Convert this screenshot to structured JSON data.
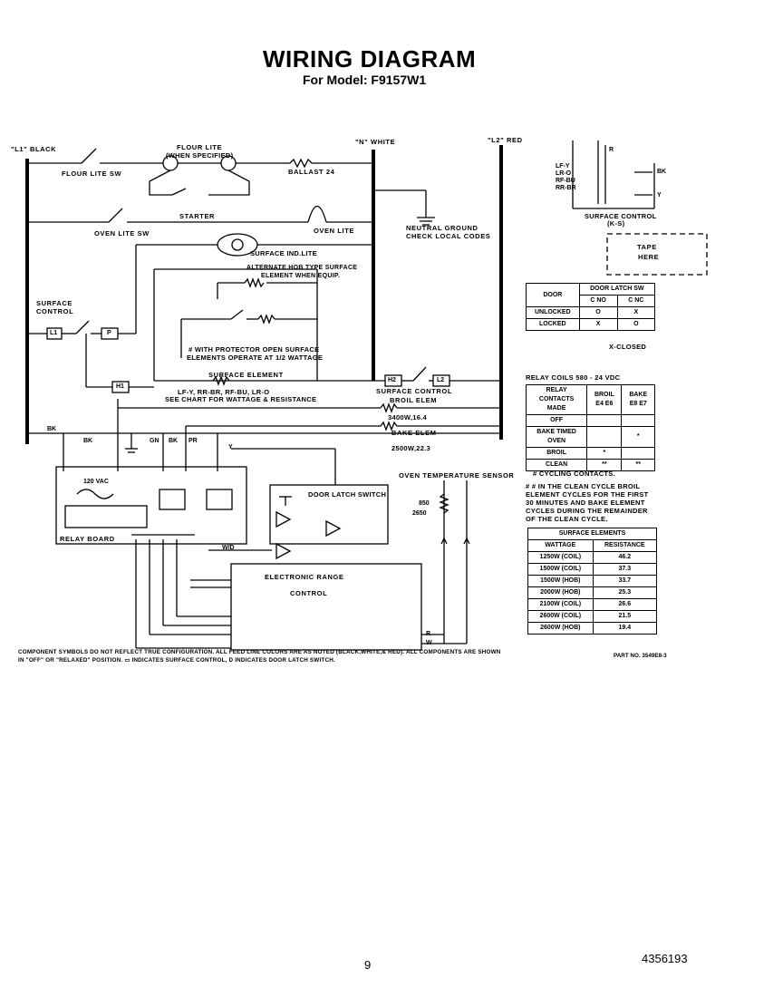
{
  "header": {
    "title": "WIRING DIAGRAM",
    "model": "For Model: F9157W1"
  },
  "rails": {
    "l1": "\"L1\" BLACK",
    "n": "\"N\" WHITE",
    "l2": "\"L2\" RED"
  },
  "labels": {
    "flour_lite": "FLOUR LITE",
    "when_specified": "(WHEN SPECIFIED)",
    "flour_lite_sw": "FLOUR LITE SW",
    "ballast": "BALLAST 24",
    "starter": "STARTER",
    "oven_lite_sw": "OVEN LITE SW",
    "oven_lite": "OVEN LITE",
    "surface_ind_lite": "SURFACE IND.LITE",
    "neutral_ground": "NEUTRAL GROUND",
    "check_local_codes": "CHECK LOCAL CODES",
    "alternate_hob": "ALTERNATE HOB TYPE SURFACE",
    "element_when_equip": "ELEMENT WHEN EQUIP.",
    "surface_control_left_1": "SURFACE",
    "surface_control_left_2": "CONTROL",
    "with_protector_1": "# WITH PROTECTOR OPEN SURFACE",
    "with_protector_2": "ELEMENTS OPERATE AT 1/2 WATTAGE",
    "surface_element": "SURFACE ELEMENT",
    "lf_codes": "LF-Y, RR-BR, RF-BU, LR-O",
    "see_chart": "SEE CHART FOR WATTAGE & RESISTANCE",
    "surface_control_right": "SURFACE CONTROL",
    "broil_elem": "BROIL ELEM",
    "broil_value": "3400W,16.4",
    "bake_elem": "BAKE ELEM",
    "bake_value": "2500W,22.3",
    "bk": "BK",
    "gn": "GN",
    "pr": "PR",
    "y": "Y",
    "r": "R",
    "w": "W",
    "wd": "W/D",
    "relay_board": "RELAY BOARD",
    "vac_120": "120 VAC",
    "door_latch_switch": "DOOR LATCH SWITCH",
    "oven_temp_sensor": "OVEN TEMPERATURE SENSOR",
    "r850": "850",
    "r2650": "2650",
    "electronic_range": "ELECTRONIC RANGE",
    "control": "CONTROL",
    "l1": "L1",
    "p": "P",
    "h1": "H1",
    "h2": "H2",
    "l2": "L2",
    "tape_here_1": "TAPE",
    "tape_here_2": "HERE",
    "surface_control_small": "SURFACE CONTROL",
    "surface_control_small_2": "(K-S)",
    "lf_list": [
      "LF-Y",
      "LR-O",
      "RF-BU",
      "RR-BR"
    ],
    "relay_coils": "RELAY COILS 580 - 24 VDC",
    "cycling": "# CYCLING CONTACTS.",
    "clean_note_1": "# # IN THE CLEAN CYCLE BROIL",
    "clean_note_2": "ELEMENT CYCLES FOR THE FIRST",
    "clean_note_3": "30 MINUTES AND BAKE ELEMENT",
    "clean_note_4": "CYCLES DURING THE REMAINDER",
    "clean_note_5": "OF THE CLEAN CYCLE.",
    "x_closed": "X-CLOSED"
  },
  "door_latch_table": {
    "header_col": "DOOR",
    "header_group": "DOOR LATCH SW",
    "sub_c1": "C NO",
    "sub_c2": "C NC",
    "rows": [
      {
        "name": "UNLOCKED",
        "c1": "O",
        "c2": "X"
      },
      {
        "name": "LOCKED",
        "c1": "X",
        "c2": "O"
      }
    ]
  },
  "relay_table": {
    "header": "RELAY CONTACTS MADE",
    "col1": "BROIL E4 E6",
    "col2": "BAKE E8 E7",
    "rows": [
      {
        "name": "OFF",
        "c1": "",
        "c2": ""
      },
      {
        "name": "BAKE TIMED OVEN",
        "c1": "",
        "c2": "*"
      },
      {
        "name": "BROIL",
        "c1": "*",
        "c2": ""
      },
      {
        "name": "CLEAN",
        "c1": "**",
        "c2": "**"
      }
    ]
  },
  "elements_table": {
    "title": "SURFACE ELEMENTS",
    "col1": "WATTAGE",
    "col2": "RESISTANCE",
    "rows": [
      {
        "w": "1250W (COIL)",
        "r": "46.2"
      },
      {
        "w": "1500W (COIL)",
        "r": "37.3"
      },
      {
        "w": "1500W (HOB)",
        "r": "33.7"
      },
      {
        "w": "2000W (HOB)",
        "r": "25.3"
      },
      {
        "w": "2100W (COIL)",
        "r": "26.6"
      },
      {
        "w": "2600W (COIL)",
        "r": "21.5"
      },
      {
        "w": "2600W (HOB)",
        "r": "19.4"
      }
    ]
  },
  "footnote": {
    "line1": "COMPONENT SYMBOLS DO NOT REFLECT TRUE CONFIGURATION. ALL FEED LINE COLORS ARE AS NOTED (BLACK,WHITE,& RED). ALL COMPONENTS ARE SHOWN",
    "line2": "IN \"OFF\" OR \"RELAXED\" POSITION.   ▭ INDICATES SURFACE CONTROL,    D INDICATES DOOR LATCH SWITCH.",
    "part_no": "PART NO. 3549E8-3"
  },
  "footer": {
    "page": "9",
    "doc_number": "4356193"
  },
  "colors": {
    "ink": "#000000",
    "paper": "#ffffff"
  }
}
